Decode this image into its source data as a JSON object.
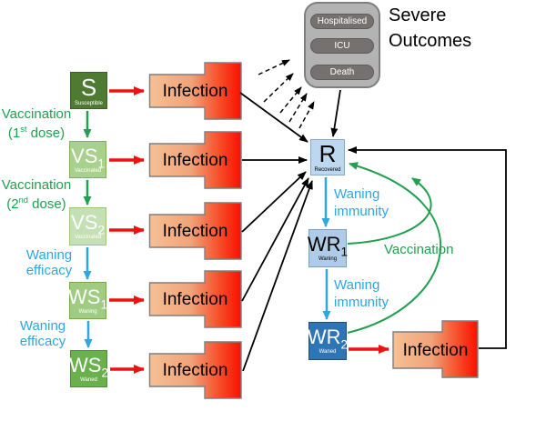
{
  "boxes": {
    "s": {
      "symbol": "S",
      "sub": "",
      "caption": "Susceptible"
    },
    "vs1": {
      "symbol": "VS",
      "sub": "1",
      "caption": "Vaccinated"
    },
    "vs2": {
      "symbol": "VS",
      "sub": "2",
      "caption": "Vaccinated"
    },
    "ws1": {
      "symbol": "WS",
      "sub": "1",
      "caption": "Waning"
    },
    "ws2": {
      "symbol": "WS",
      "sub": "2",
      "caption": "Waned"
    },
    "r": {
      "symbol": "R",
      "sub": "",
      "caption": "Recovered"
    },
    "wr1": {
      "symbol": "WR",
      "sub": "1",
      "caption": "Waning"
    },
    "wr2": {
      "symbol": "WR",
      "sub": "2",
      "caption": "Waned"
    }
  },
  "infection_label": "Infection",
  "severe_outcomes": {
    "title_line1": "Severe",
    "title_line2": "Outcomes",
    "items": [
      "Hospitalised",
      "ICU",
      "Death"
    ]
  },
  "edge_labels": {
    "vacc1_line1": "Vaccination",
    "vacc1_pre": "(1",
    "vacc1_sup": "st",
    "vacc1_post": " dose)",
    "vacc2_line1": "Vaccination",
    "vacc2_pre": "(2",
    "vacc2_sup": "nd",
    "vacc2_post": " dose)",
    "waning_efficacy_line1": "Waning",
    "waning_efficacy_line2": "efficacy",
    "waning_immunity_line1": "Waning",
    "waning_immunity_line2": "immunity",
    "vaccination_right": "Vaccination"
  },
  "colors": {
    "green_accent": "#21a050",
    "cyan_accent": "#2da7e0",
    "red_accent": "#ee1111",
    "black_line": "#000000",
    "infection_gradient_start": "#f6c094",
    "infection_gradient_end": "#fb0f00",
    "box_s": "#4e7b31",
    "box_vs1": "#a9d18e",
    "box_vs2": "#c5e0b4",
    "box_ws1": "#a0cc82",
    "box_ws2": "#6ab04c",
    "box_r": "#bdd7ee",
    "box_wr1": "#aecbe8",
    "box_wr2": "#2e75b6",
    "severe_panel": "#b3b3b3",
    "severe_pill": "#767171"
  }
}
